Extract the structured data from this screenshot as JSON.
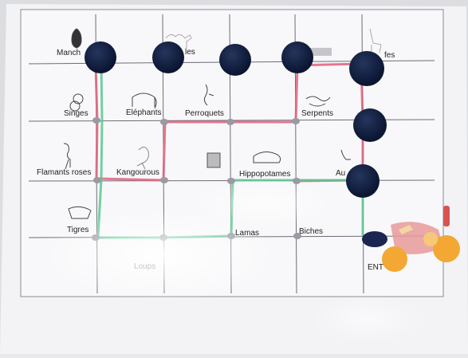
{
  "board": {
    "animals": {
      "manchots": "Manch",
      "chameaux": "les",
      "girafes": "fes",
      "singes": "Singes",
      "elephants": "Eléphants",
      "perroquets": "Perroquets",
      "serpents": "Serpents",
      "flamants": "Flamants roses",
      "kangourous": "Kangourous",
      "hippopotames": "Hippopotames",
      "autruches": "Au",
      "tigres": "Tigres",
      "lamas": "Lamas",
      "biches": "Biches",
      "loups": "Loups",
      "entree": "ENT"
    }
  },
  "colors": {
    "paper": "#f7f7f9",
    "grid": "#6c6c78",
    "red_path": "#e0607a",
    "green_path": "#5cc890",
    "token": "#0f1d3d",
    "figure_head": "#f2a832"
  }
}
